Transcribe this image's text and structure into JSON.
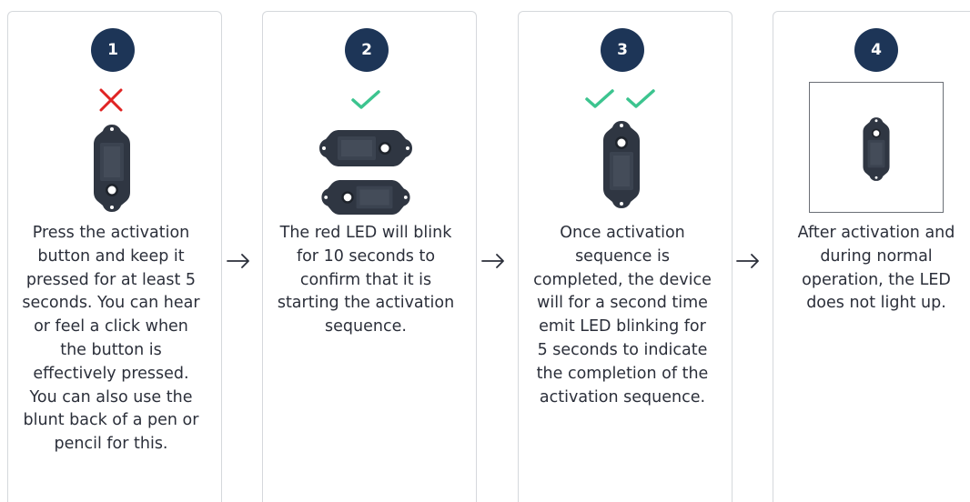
{
  "steps": [
    {
      "number": "1",
      "status": "not-ok",
      "icon": "red-cross-icon",
      "device_orientation": "vertical",
      "text": "Press the activation button and keep it pressed for at least 5 seconds. You can hear or feel a click when the button is effectively pressed. You can also use the blunt back of a pen or pencil for this."
    },
    {
      "number": "2",
      "status": "ok",
      "icon": "green-check-icon",
      "device_orientation": "horizontal",
      "text": "The red LED will blink for 10 seconds to confirm that it is starting the activation sequence."
    },
    {
      "number": "3",
      "status": "ok",
      "icon": "double-green-check-icon",
      "device_orientation": "vertical",
      "text": "Once activation sequence is completed, the device will for a second time emit LED blinking for 5 seconds to indicate the completion of the activation sequence."
    },
    {
      "number": "4",
      "status": "framed",
      "icon": "device-photo",
      "device_orientation": "vertical",
      "text": "After activation and during normal operation, the LED does not light up."
    }
  ],
  "colors": {
    "badge": "#1d3557",
    "cross": "#e02424",
    "check": "#3cc48f",
    "device": "#2f3642"
  }
}
